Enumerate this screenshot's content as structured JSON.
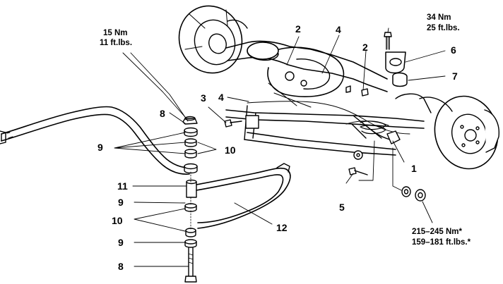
{
  "torque_specs": {
    "stabilizer_nut": {
      "line1": "15 Nm",
      "line2": "11 ft.lbs."
    },
    "bracket_bolt": {
      "line1": "34 Nm",
      "line2": "25 ft.lbs."
    },
    "axle_nut": {
      "line1": "215–245 Nm*",
      "line2": "159–181 ft.lbs.*"
    }
  },
  "callouts": {
    "c1": "1",
    "c2a": "2",
    "c2b": "2",
    "c3": "3",
    "c4a": "4",
    "c4b": "4",
    "c5": "5",
    "c6": "6",
    "c7": "7",
    "c8a": "8",
    "c8b": "8",
    "c9a": "9",
    "c9b": "9",
    "c9c": "9",
    "c10a": "10",
    "c10b": "10",
    "c11": "11",
    "c12": "12"
  }
}
